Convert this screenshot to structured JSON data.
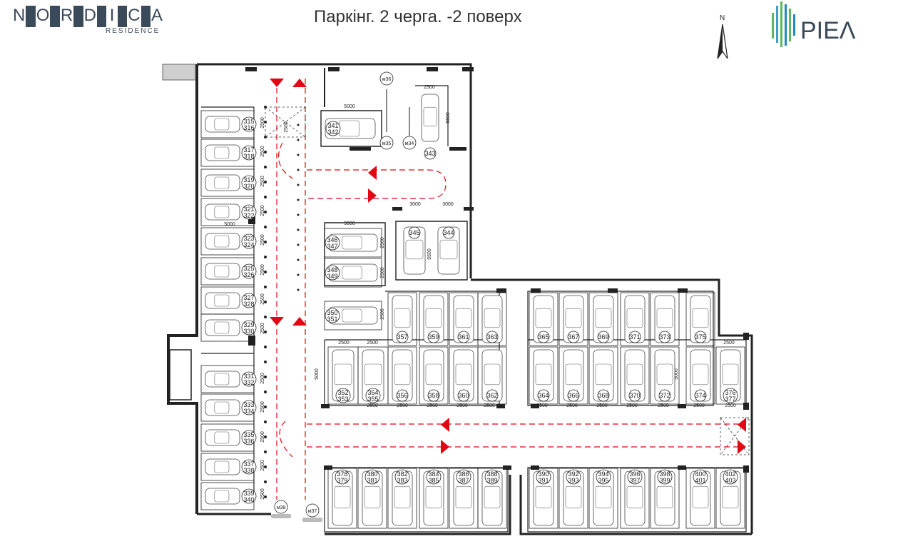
{
  "header": {
    "logo_letters": [
      "N",
      "O",
      "R",
      "D",
      "I",
      "C",
      "A"
    ],
    "logo_sub": "RESIDENCE",
    "title": "Паркінг. 2 черга. -2 поверх",
    "north_label": "N",
    "brand_name": "PIEΛ"
  },
  "dims": {
    "d2500": "2500",
    "d3000": "3000",
    "d5000": "5000",
    "d5500": "5500"
  },
  "left_column": [
    [
      "315",
      "316"
    ],
    [
      "317",
      "318"
    ],
    [
      "319",
      "320"
    ],
    [
      "321",
      "322"
    ],
    [
      "323",
      "324"
    ],
    [
      "325",
      "326"
    ],
    [
      "327",
      "328"
    ],
    [
      "329",
      "330"
    ],
    [
      "331",
      "332"
    ],
    [
      "333",
      "334"
    ],
    [
      "335",
      "336"
    ],
    [
      "337",
      "338"
    ],
    [
      "339",
      "340"
    ]
  ],
  "top_group": {
    "p341": [
      "341",
      "342"
    ],
    "p343": "343",
    "m34": "м34",
    "m35": "м35",
    "m36": "м36"
  },
  "mid_left": [
    [
      "346",
      "347"
    ],
    [
      "348",
      "349"
    ],
    [
      "350",
      "351"
    ]
  ],
  "mid_pair": [
    "345",
    "344"
  ],
  "block_a_top": [
    "357",
    "359",
    "361",
    "363"
  ],
  "block_a_bottom": [
    [
      "352",
      "353"
    ],
    [
      "354",
      "355"
    ],
    "356",
    "358",
    "360",
    "362"
  ],
  "block_b_top": [
    "365",
    "367",
    "369",
    "371",
    "373",
    "375"
  ],
  "block_b_bottom": [
    "364",
    "366",
    "368",
    "370",
    "372",
    "374",
    [
      "376",
      "377"
    ]
  ],
  "bottom_row": [
    [
      "378",
      "379"
    ],
    [
      "380",
      "381"
    ],
    [
      "382",
      "383"
    ],
    [
      "384",
      "385"
    ],
    [
      "386",
      "387"
    ],
    [
      "388",
      "389"
    ],
    [
      "390",
      "391"
    ],
    [
      "392",
      "393"
    ],
    [
      "394",
      "395"
    ],
    [
      "396",
      "397"
    ],
    [
      "398",
      "399"
    ],
    [
      "400",
      "401"
    ],
    [
      "402",
      "403"
    ]
  ],
  "moto": {
    "m37": "м37",
    "m38": "м38"
  },
  "colors": {
    "wall": "#222222",
    "arrow": "#e30613",
    "route": "#e30613",
    "brand_green": "#5cb85c",
    "brand_blue": "#1e88c9",
    "text": "#333333"
  }
}
